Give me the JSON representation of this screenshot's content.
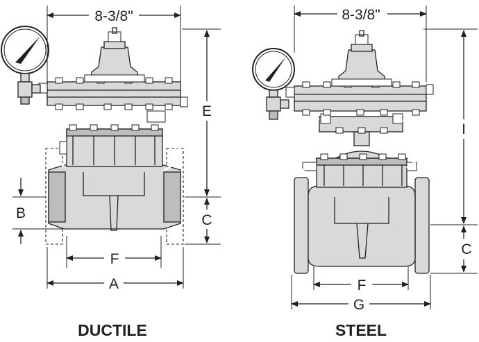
{
  "ductile": {
    "caption": "DUCTILE",
    "top_width": "8-3/8\"",
    "dim_e": "E",
    "dim_b": "B",
    "dim_c": "C",
    "dim_f": "F",
    "dim_a": "A"
  },
  "steel": {
    "caption": "STEEL",
    "top_width": "8-3/8\"",
    "dim_i": "I",
    "dim_c": "C",
    "dim_f": "F",
    "dim_g": "G"
  }
}
